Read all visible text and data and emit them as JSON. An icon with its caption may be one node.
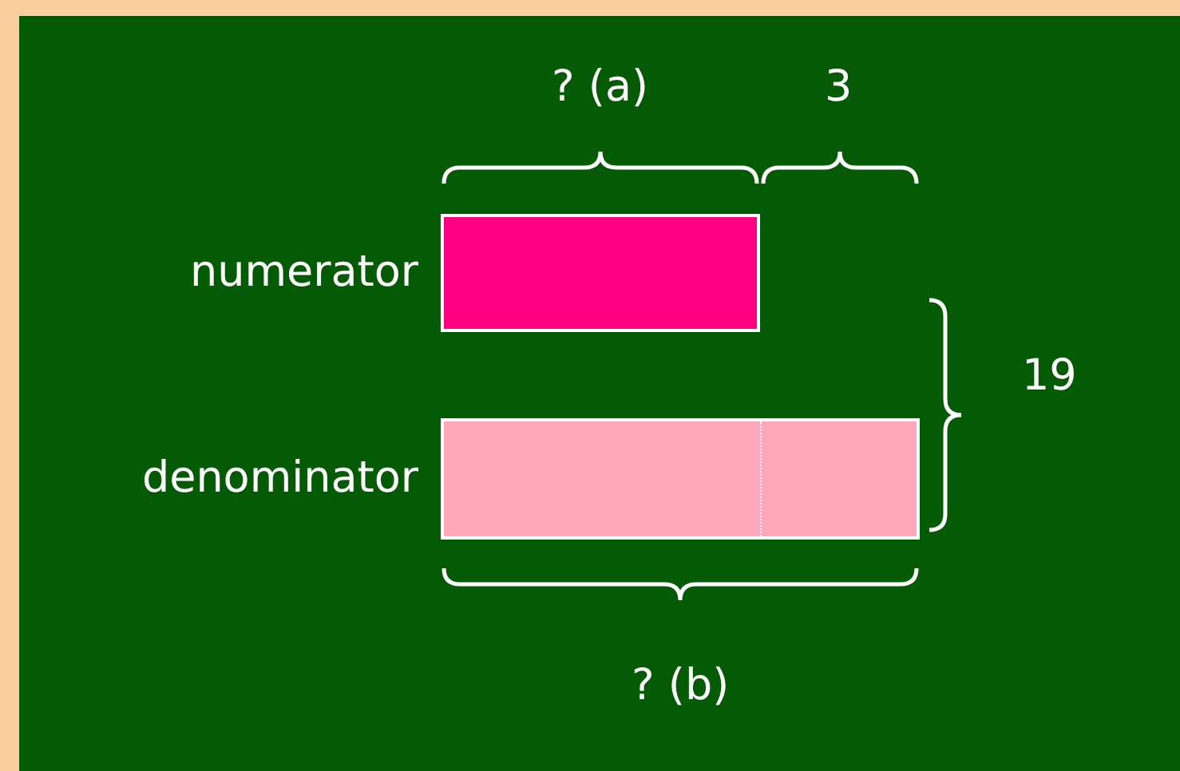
{
  "diagram": {
    "nodes": [
      {
        "text": [],
        "shape": "bar",
        "beside": [
          "numerator"
        ]
      },
      {
        "text": [],
        "shape": "bar",
        "beside": [
          "denominator"
        ]
      }
    ],
    "labels": [
      "? (a)",
      "3",
      "19",
      "? (b)"
    ]
  }
}
